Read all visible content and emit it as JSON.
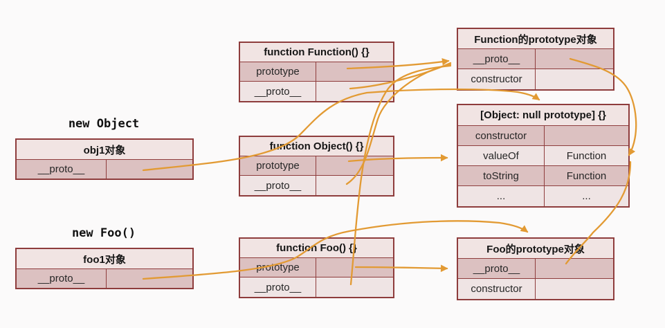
{
  "diagram_title": "JavaScript prototype chain diagram",
  "colors": {
    "background": "#fbfafa",
    "table_border": "#8e3c3c",
    "row_dark": "#dcc1c1",
    "row_light": "#efe4e4",
    "header_bg": "#f1e4e3",
    "arrow": "#e29a33",
    "text": "#1a1a1a"
  },
  "labels": {
    "new_object": "new Object",
    "new_foo": "new Foo()"
  },
  "tables": {
    "obj1": {
      "title": "obj1对象",
      "rows": [
        {
          "key": "__proto__",
          "value": ""
        }
      ]
    },
    "foo1": {
      "title": "foo1对象",
      "rows": [
        {
          "key": "__proto__",
          "value": ""
        }
      ]
    },
    "fn_function": {
      "title": "function Function() {}",
      "rows": [
        {
          "key": "prototype",
          "value": ""
        },
        {
          "key": "__proto__",
          "value": ""
        }
      ]
    },
    "fn_object": {
      "title": "function Object() {}",
      "rows": [
        {
          "key": "prototype",
          "value": ""
        },
        {
          "key": "__proto__",
          "value": ""
        }
      ]
    },
    "fn_foo": {
      "title": "function Foo() {}",
      "rows": [
        {
          "key": "prototype",
          "value": ""
        },
        {
          "key": "__proto__",
          "value": ""
        }
      ]
    },
    "function_proto": {
      "title": "Function的prototype对象",
      "rows": [
        {
          "key": "__proto__",
          "value": ""
        },
        {
          "key": "constructor",
          "value": ""
        }
      ]
    },
    "object_null_proto": {
      "title": "[Object: null prototype] {}",
      "rows": [
        {
          "key": "constructor",
          "value": ""
        },
        {
          "key": "valueOf",
          "value": "Function"
        },
        {
          "key": "toString",
          "value": "Function"
        },
        {
          "key": "...",
          "value": "..."
        }
      ]
    },
    "foo_proto": {
      "title": "Foo的prototype对象",
      "rows": [
        {
          "key": "__proto__",
          "value": ""
        },
        {
          "key": "constructor",
          "value": ""
        }
      ]
    }
  },
  "arrows": [
    {
      "from": "obj1.__proto__",
      "to": "[Object: null prototype] {} (top)"
    },
    {
      "from": "function Object().prototype",
      "to": "[Object: null prototype] {}"
    },
    {
      "from": "foo1.__proto__",
      "to": "Foo的prototype对象 (top)"
    },
    {
      "from": "function Foo().prototype",
      "to": "Foo的prototype对象"
    },
    {
      "from": "function Function().prototype",
      "to": "Function的prototype对象"
    },
    {
      "from": "function Function().__proto__",
      "to": "Function的prototype对象"
    },
    {
      "from": "function Object().__proto__",
      "to": "Function的prototype对象"
    },
    {
      "from": "function Foo().__proto__",
      "to": "Function的prototype对象"
    },
    {
      "from": "Function的prototype对象.__proto__",
      "to": "[Object: null prototype] {}"
    },
    {
      "from": "Foo的prototype对象.__proto__",
      "to": "[Object: null prototype] {}"
    }
  ]
}
